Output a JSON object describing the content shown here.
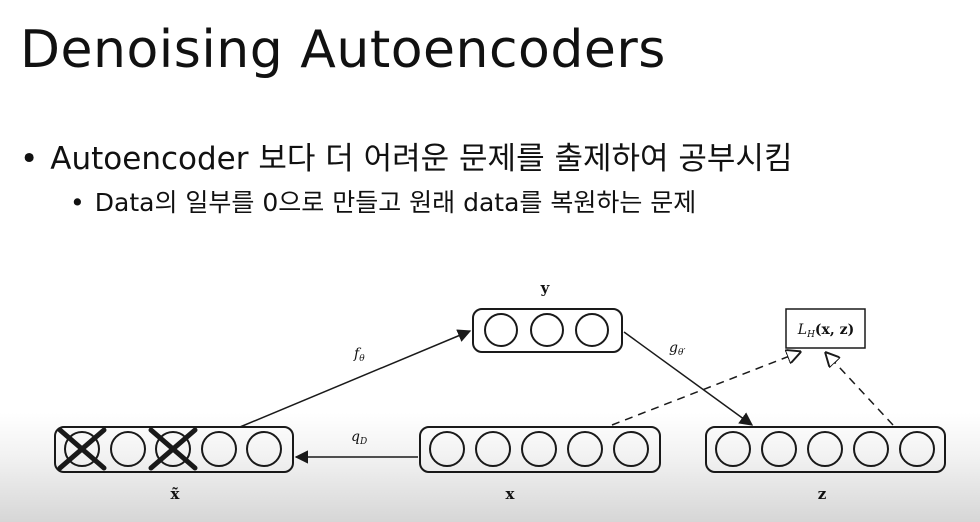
{
  "slide": {
    "title": "Denoising Autoencoders",
    "bullets": [
      {
        "marker": "•",
        "text": "Autoencoder 보다 더 어려운 문제를 출제하여 공부시킴"
      },
      {
        "marker": "•",
        "text": "Data의 일부를 0으로 만들고 원래 data를 복원하는 문제"
      }
    ]
  },
  "diagram": {
    "nodes": {
      "y": {
        "label": "y",
        "units": 3
      },
      "x_tilde": {
        "label": "x̃",
        "units": 5,
        "crossed_units": [
          1,
          3
        ]
      },
      "x": {
        "label": "x",
        "units": 5
      },
      "z": {
        "label": "z",
        "units": 5
      },
      "loss": {
        "label_main": "L",
        "label_sub": "H",
        "label_args": "(x, z)"
      }
    },
    "edges": {
      "f_theta": {
        "main": "f",
        "sub": "θ"
      },
      "g_theta_prime": {
        "main": "g",
        "sub": "θ′"
      },
      "q_d": {
        "main": "q",
        "sub": "D"
      }
    },
    "colors": {
      "stroke": "#1a1a1a",
      "text": "#111111"
    }
  }
}
